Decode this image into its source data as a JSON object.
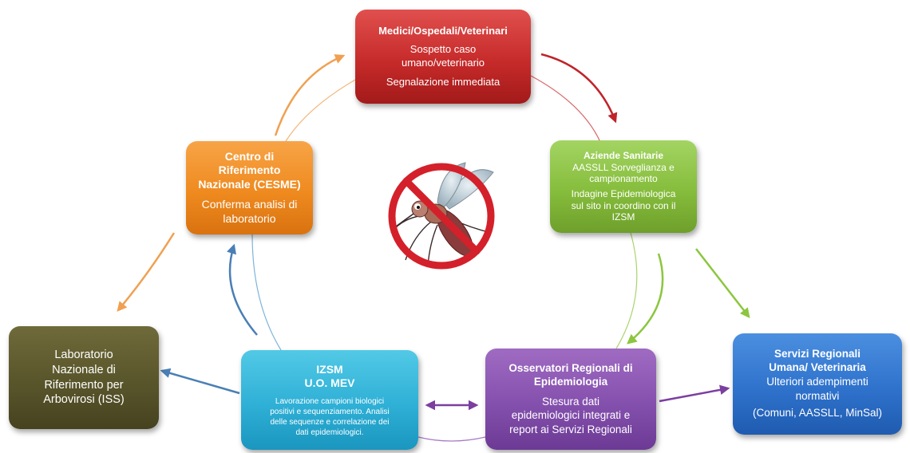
{
  "nodes": {
    "medici": {
      "title": "Medici/Ospedali/Veterinari",
      "lines": [
        "Sospetto caso",
        "umano/veterinario",
        "Segnalazione immediata"
      ],
      "color": "#c62b2a"
    },
    "aziende": {
      "title": "Aziende Sanitarie",
      "lines": [
        "AASSLL Sorveglianza e",
        "campionamento",
        "Indagine Epidemiologica",
        "sul sito  in coordino con il",
        "IZSM"
      ],
      "color": "#86bd3c"
    },
    "cesme": {
      "title_lines": [
        "Centro di Riferimento",
        "Nazionale (CESME)"
      ],
      "lines": [
        "Conferma analisi di",
        "laboratorio"
      ],
      "color": "#ef8a1f"
    },
    "lab": {
      "lines": [
        "Laboratorio",
        "Nazionale di",
        "Riferimento per",
        "Arbovirosi (ISS)"
      ],
      "color": "#59552b"
    },
    "izsm": {
      "title_lines": [
        "IZSM",
        "U.O. MEV"
      ],
      "lines": [
        "Lavorazione campioni biologici",
        "positivi e sequenziamento. Analisi",
        "delle sequenze e correlazione dei",
        "dati epidemiologici."
      ],
      "color": "#2fb0d6"
    },
    "oss": {
      "title_lines": [
        "Osservatori Regionali di",
        "Epidemiologia"
      ],
      "lines": [
        "Stesura dati",
        "epidemiologici  integrati e",
        "report  ai Servizi Regionali"
      ],
      "color": "#8450ad"
    },
    "serv": {
      "title_lines": [
        "Servizi Regionali",
        "Umana/ Veterinaria"
      ],
      "lines": [
        "Ulteriori adempimenti",
        "normativi",
        "(Comuni, AASSLL, MinSal)"
      ],
      "color": "#2f72cc"
    }
  },
  "icons": {
    "center": "no-mosquito-icon"
  },
  "colors": {
    "red": "#c0232a",
    "orange": "#f0a050",
    "green": "#8cc63f",
    "blue": "#4a7fb5",
    "purple": "#7b3fa0"
  }
}
